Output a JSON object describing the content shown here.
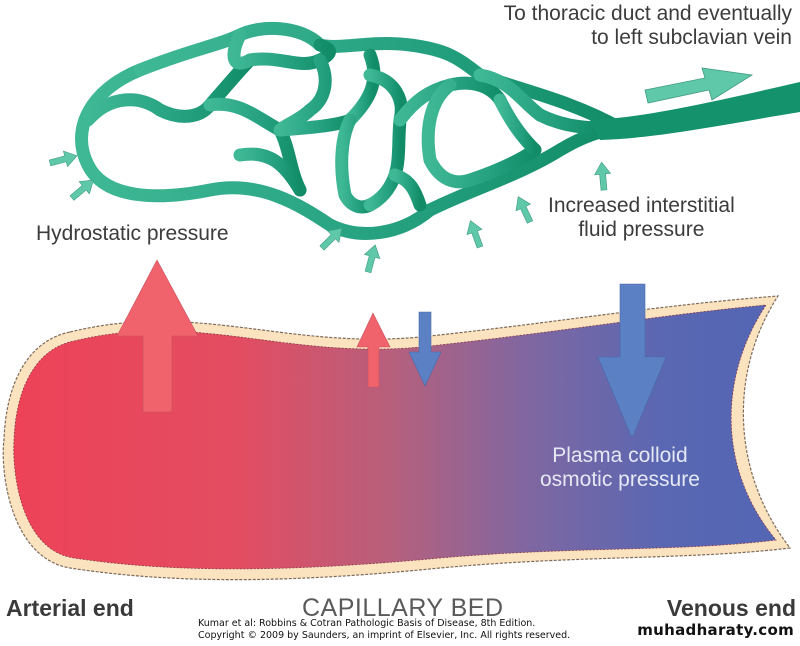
{
  "figure": {
    "title": "Fluid exchange at the capillary bed with lymphatic drainage",
    "labels": {
      "lymph_destination_line1": "To thoracic duct and eventually",
      "lymph_destination_line2": "to left subclavian vein",
      "hydrostatic_pressure": "Hydrostatic pressure",
      "interstitial_line1": "Increased interstitial",
      "interstitial_line2": "fluid pressure",
      "plasma_line1": "Plasma colloid",
      "plasma_line2": "osmotic pressure",
      "arterial_end": "Arterial end",
      "capillary_bed": "CAPILLARY BED",
      "venous_end": "Venous end"
    },
    "credit": {
      "line1": "Kumar et al: Robbins & Cotran Pathologic Basis of Disease, 8th Edition.",
      "line2": "Copyright © 2009 by Saunders, an imprint of Elsevier, Inc. All rights reserved."
    },
    "watermark": "muhadharaty.com",
    "colors": {
      "lymphatic": "#1f9a78",
      "lymphatic_light": "#3fb895",
      "inflow_arrow": "#5fc8a8",
      "arterial": "#ee4257",
      "midpoint": "#b5607d",
      "venous": "#5366b4",
      "hydrostatic_arrow": "#f0626c",
      "oncotic_arrow": "#5b80c4",
      "vessel_wall": "#fbe3c0",
      "label_text": "#3c3c3c"
    },
    "arrows": [
      {
        "name": "hydrostatic-arrow-arterial",
        "direction": "out",
        "relative_size": "large"
      },
      {
        "name": "hydrostatic-arrow-mid",
        "direction": "out",
        "relative_size": "small"
      },
      {
        "name": "oncotic-arrow-mid",
        "direction": "in",
        "relative_size": "small"
      },
      {
        "name": "oncotic-arrow-venous",
        "direction": "in",
        "relative_size": "large"
      }
    ]
  }
}
